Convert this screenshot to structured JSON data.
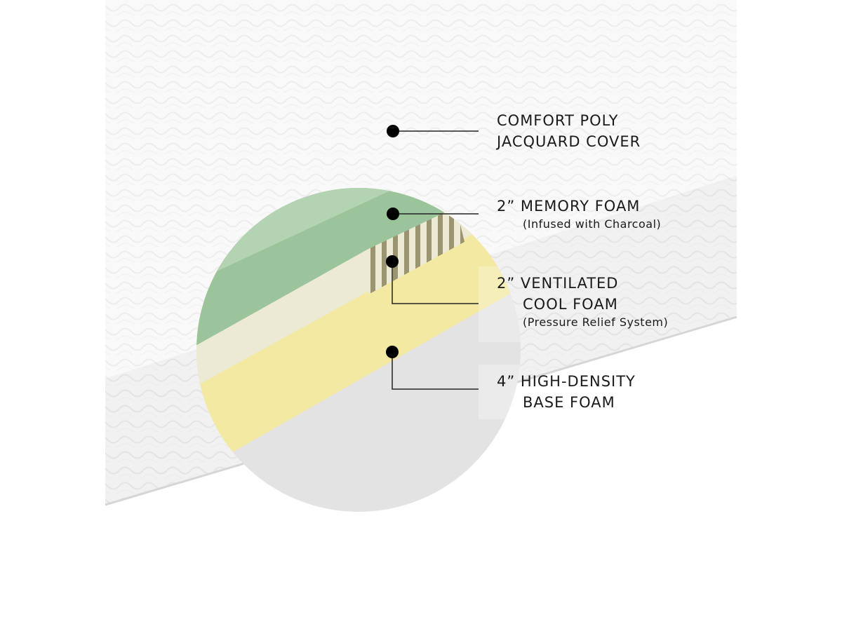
{
  "layers": [
    {
      "line1": "COMFORT POLY",
      "line2": "JACQUARD COVER"
    },
    {
      "line1": "2” MEMORY FOAM",
      "note": "(Infused with Charcoal)"
    },
    {
      "line1": "2” VENTILATED",
      "line2": "COOL FOAM",
      "note": "(Pressure Relief System)"
    },
    {
      "line1": "4” HIGH-DENSITY",
      "line2": "BASE FOAM"
    }
  ],
  "colors": {
    "green_light": "#b4d3b2",
    "green_dark": "#9cc49b",
    "cream": "#ece9d4",
    "yellow": "#f3e9a2",
    "stripe": "#9b9470",
    "gray": "#e3e3e3"
  }
}
